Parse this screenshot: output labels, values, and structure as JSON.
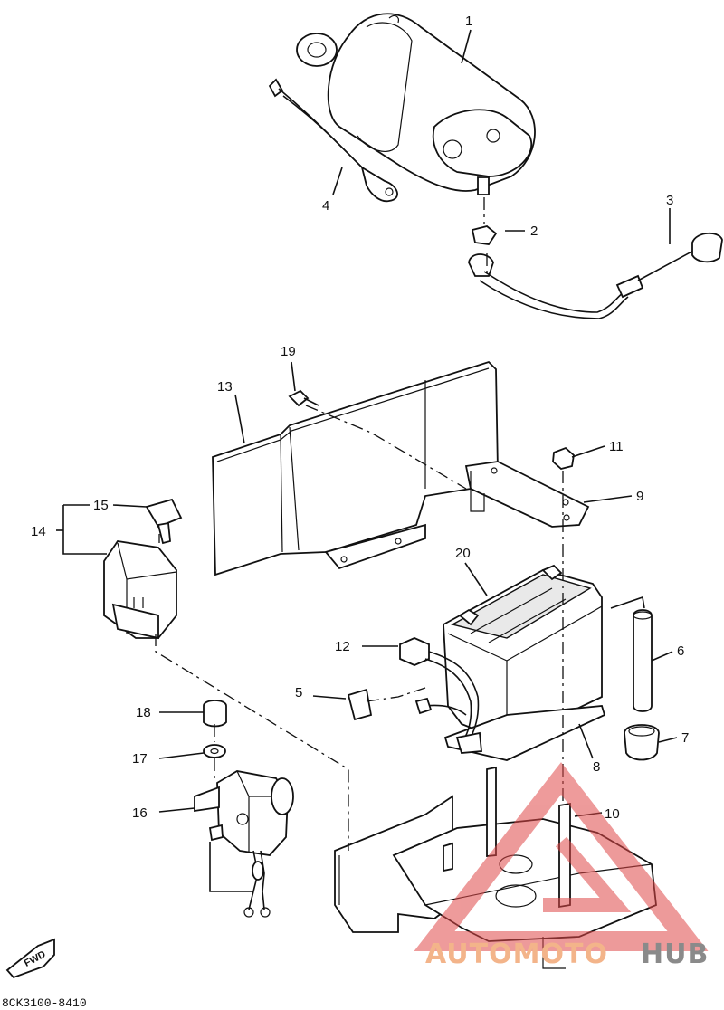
{
  "diagram": {
    "callouts": [
      "1",
      "2",
      "3",
      "4",
      "5",
      "6",
      "7",
      "8",
      "9",
      "10",
      "11",
      "12",
      "13",
      "14",
      "15",
      "16",
      "17",
      "18",
      "19",
      "20"
    ],
    "fwd_label": "FWD",
    "part_code": "8CK3100-8410"
  },
  "watermark": {
    "text_colored": "AUTOMOTO",
    "text_gray": "HUB",
    "color_colored": "#f3b48a",
    "color_gray": "#8a8a8a",
    "logo_color": "#e04848"
  }
}
